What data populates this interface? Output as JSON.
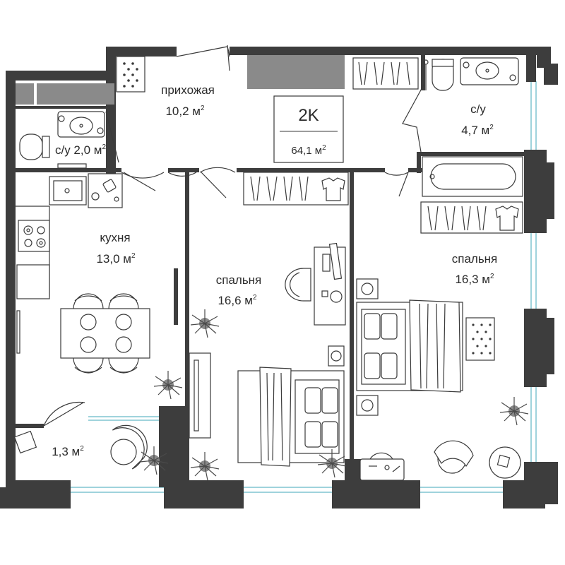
{
  "plan": {
    "badge": {
      "code": "2K",
      "area": "64,1",
      "unit": "м",
      "unit_sup": "2"
    },
    "rooms": [
      {
        "id": "hallway",
        "name": "прихожая",
        "area": "10,2 м",
        "sup": "2"
      },
      {
        "id": "bath1",
        "name": "с/у",
        "area": "4,7 м",
        "sup": "2"
      },
      {
        "id": "bath2",
        "name": "с/у 2,0 м",
        "area": "",
        "sup": "2"
      },
      {
        "id": "kitchen",
        "name": "кухня",
        "area": "13,0 м",
        "sup": "2"
      },
      {
        "id": "bedroom1",
        "name": "спальня",
        "area": "16,6 м",
        "sup": "2"
      },
      {
        "id": "bedroom2",
        "name": "спальня",
        "area": "16,3 м",
        "sup": "2"
      },
      {
        "id": "balcony",
        "name": "",
        "area": "1,3 м",
        "sup": "2"
      }
    ],
    "colors": {
      "wall": "#3d3d3d",
      "glass": "#9fd3dc",
      "furniture": "#3a3a3a",
      "fill": "#8a8a8a"
    },
    "icons": [
      "sink-icon",
      "toilet-icon",
      "bathtub-icon",
      "stove-icon",
      "wardrobe-icon",
      "bed-icon",
      "armchair-icon",
      "plant-icon",
      "desk-icon",
      "chair-icon",
      "dining-table-icon",
      "shirt-icon",
      "washer-icon"
    ]
  }
}
